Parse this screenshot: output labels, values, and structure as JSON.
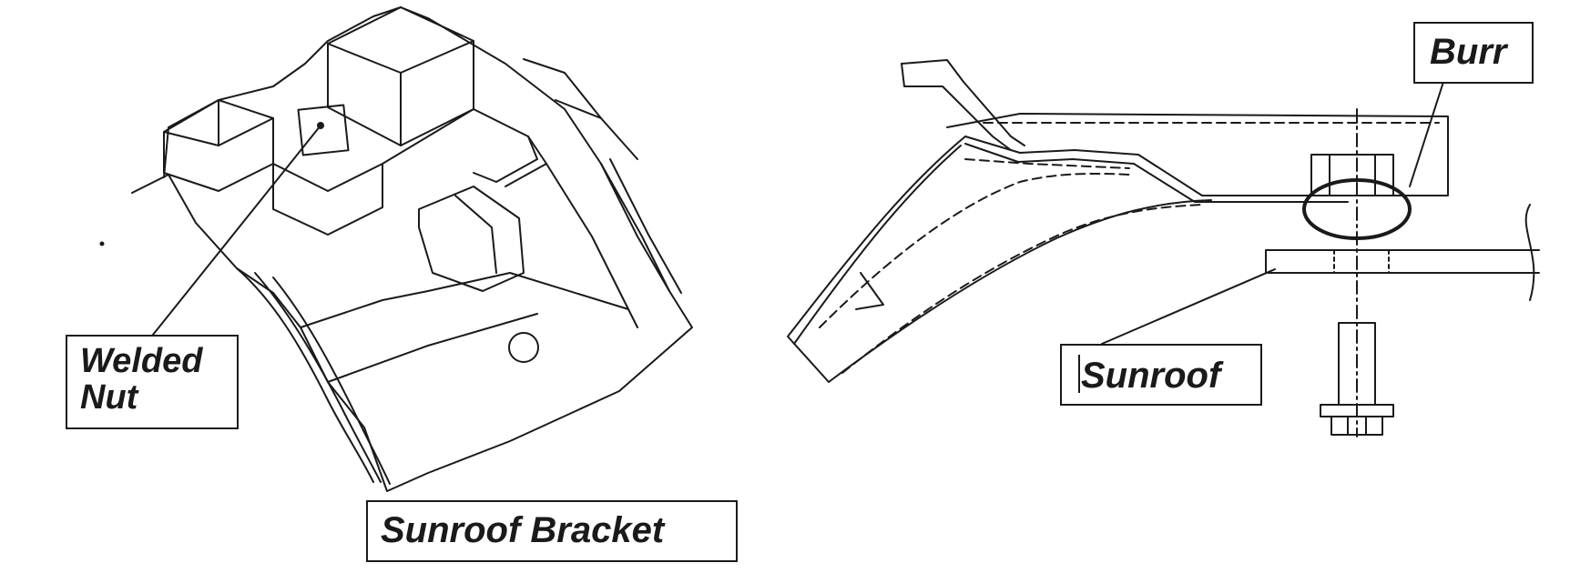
{
  "labels": {
    "welded_nut_line1": "Welded",
    "welded_nut_line2": "Nut",
    "sunroof_bracket": "Sunroof Bracket",
    "burr": "Burr",
    "sunroof": "Sunroof"
  }
}
